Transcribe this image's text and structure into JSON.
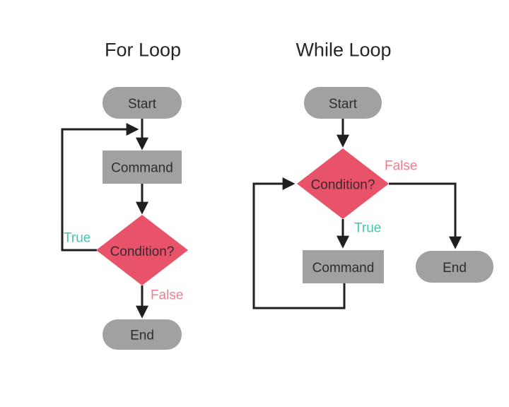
{
  "diagrams": {
    "for_loop": {
      "title": "For Loop",
      "start": "Start",
      "command": "Command",
      "condition": "Condition?",
      "end": "End",
      "true_label": "True",
      "false_label": "False"
    },
    "while_loop": {
      "title": "While Loop",
      "start": "Start",
      "condition": "Condition?",
      "command": "Command",
      "end": "End",
      "true_label": "True",
      "false_label": "False"
    }
  },
  "colors": {
    "background": "#ffffff",
    "node_fill": "#a1a1a1",
    "diamond_fill": "#e95369",
    "line": "#1f1f1f",
    "title_text": "#262626",
    "node_text": "#2e2e2e",
    "diamond_text": "#3c2731",
    "true_text": "#43c6b0",
    "false_text": "#ee7f92"
  }
}
